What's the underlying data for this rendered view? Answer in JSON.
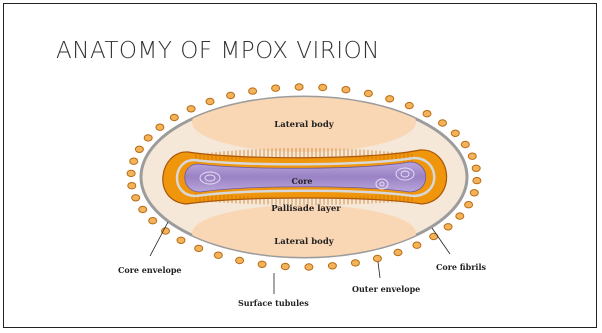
{
  "slide": {
    "title": "ANATOMY OF MPOX VIRION"
  },
  "diagram": {
    "labels": {
      "lateral_body_top": "Lateral body",
      "core": "Core",
      "palisade": "Pallisade layer",
      "lateral_body_bottom": "Lateral body",
      "core_envelope": "Core envelope",
      "core_fibrils": "Core fibrils",
      "outer_envelope": "Outer envelope",
      "surface_tubules": "Surface tubules"
    },
    "colors": {
      "lateral_body": "#f9d6b4",
      "palisade": "#f0960c",
      "core": "#a58fcb",
      "outer_envelope": "#b9b9b9",
      "tubule_fill": "#f3b35a",
      "tubule_stroke": "#b86a12"
    }
  }
}
